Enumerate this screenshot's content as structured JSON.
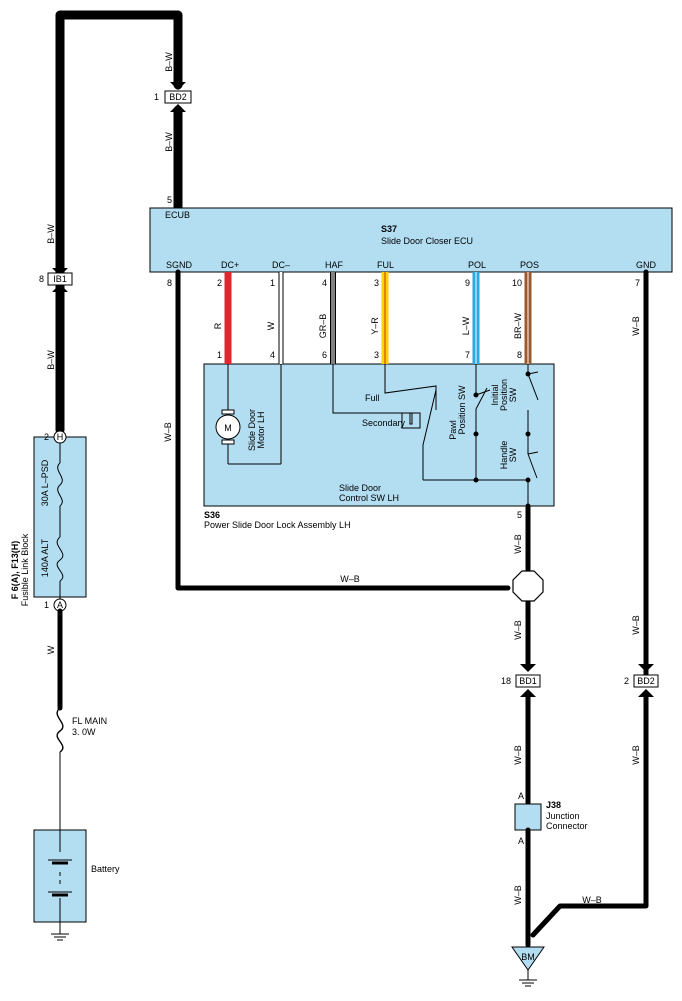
{
  "wire_labels": {
    "b_w": "B–W",
    "w_b": "W–B",
    "w": "W",
    "r": "R",
    "gr_b": "GR–B",
    "y_r": "Y–R",
    "l_w": "L–W",
    "br_w": "BR–W"
  },
  "wire_colors": {
    "red": "#e0262f",
    "gray": "#808080",
    "yellow": "#ffd200",
    "orange_stripe": "#e8820c",
    "blue": "#2ba8e0",
    "brown": "#9a5a2e",
    "box_fill": "#b3def2"
  },
  "connectors": {
    "bd2": "BD2",
    "ib1": "IB1",
    "bd1": "BD1",
    "h": "H",
    "a": "A",
    "bm": "BM"
  },
  "pins": {
    "p1": "1",
    "p2": "2",
    "p3": "3",
    "p4": "4",
    "p5": "5",
    "p6": "6",
    "p7": "7",
    "p8": "8",
    "p9": "9",
    "p10": "10",
    "p18": "18"
  },
  "ecu": {
    "id": "S37",
    "name": "Slide Door Closer ECU",
    "terminals": [
      "ECUB",
      "SGND",
      "DC+",
      "DC–",
      "HAF",
      "FUL",
      "POL",
      "POS",
      "GND"
    ]
  },
  "lock_assembly": {
    "id": "S36",
    "name": "Power Slide Door Lock Assembly LH",
    "motor_symbol": "M",
    "motor_label_1": "Slide Door",
    "motor_label_2": "Motor LH",
    "full": "Full",
    "secondary": "Secondary",
    "pawl_1": "Pawl",
    "pawl_2": "Position SW",
    "initial_1": "Initial",
    "initial_2": "Position",
    "initial_3": "SW",
    "handle_1": "Handle",
    "handle_2": "SW",
    "control_1": "Slide Door",
    "control_2": "Control SW LH"
  },
  "fusible_link": {
    "id": "F 6(A), F13(H)",
    "name": "Fusible Link Block",
    "fuse1": "30A L–PSD",
    "fuse2": "140A ALT"
  },
  "fl_main": {
    "name": "FL MAIN",
    "rating": "3. 0W"
  },
  "battery": "Battery",
  "junction": {
    "id": "J38",
    "line1": "Junction",
    "line2": "Connector",
    "pin": "A"
  }
}
